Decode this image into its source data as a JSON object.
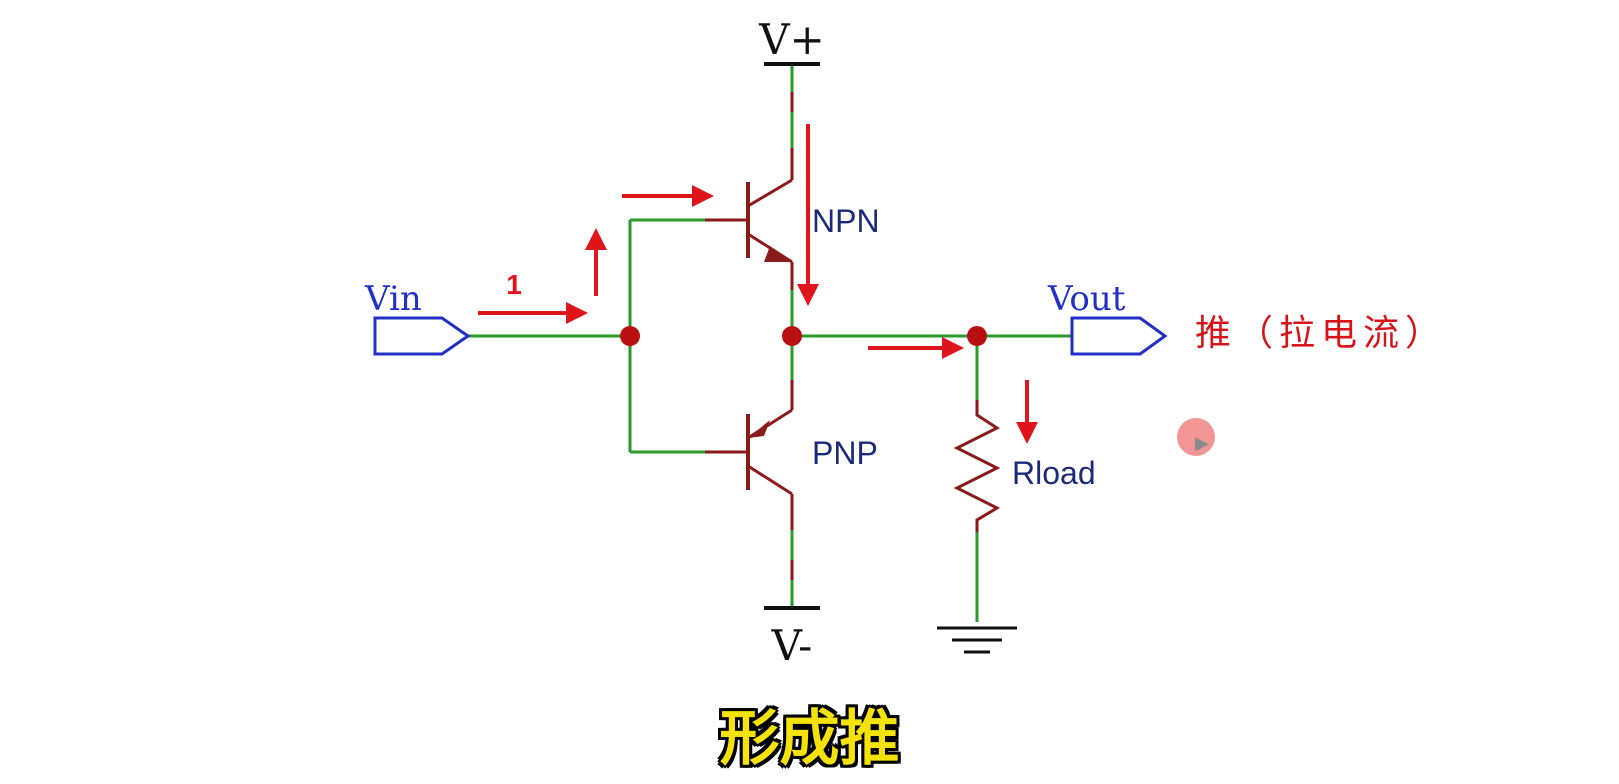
{
  "diagram": {
    "labels": {
      "vplus": "V+",
      "vminus": "V-",
      "vin": "Vin",
      "vout": "Vout",
      "npn": "NPN",
      "pnp": "PNP",
      "rload": "Rload",
      "step_number": "1"
    },
    "annotation": "推（拉电流）",
    "subtitle": "形成推"
  },
  "colors": {
    "wire": "#2a9a2a",
    "component": "#8b1a1a",
    "arrow": "#e0141b",
    "port": "#2230c8",
    "label": "#1c2a7a",
    "subtitle_fill": "#f5e20a"
  }
}
